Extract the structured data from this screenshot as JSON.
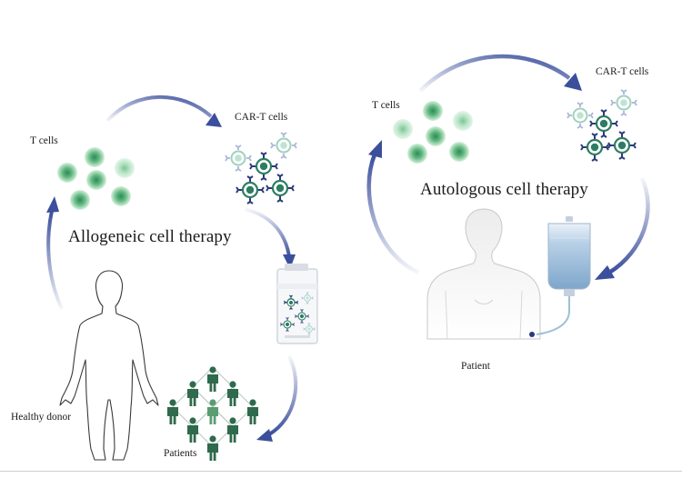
{
  "allogeneic": {
    "title": "Allogeneic cell therapy",
    "t_cells_label": "T cells",
    "car_t_label": "CAR-T cells",
    "donor_label": "Healthy donor",
    "patients_label": "Patients"
  },
  "autologous": {
    "title": "Autologous cell therapy",
    "t_cells_label": "T cells",
    "car_t_label": "CAR-T cells",
    "patient_label": "Patient"
  },
  "colors": {
    "arrow": "#3b4f9c",
    "cell_green": "#5fb57f",
    "cell_dark": "#2f8a58",
    "car_t_teal": "#2d7d63",
    "receptor_navy": "#2b3a7a",
    "person_green": "#2f6a4c",
    "iv_blue": "#8fb4d6"
  }
}
